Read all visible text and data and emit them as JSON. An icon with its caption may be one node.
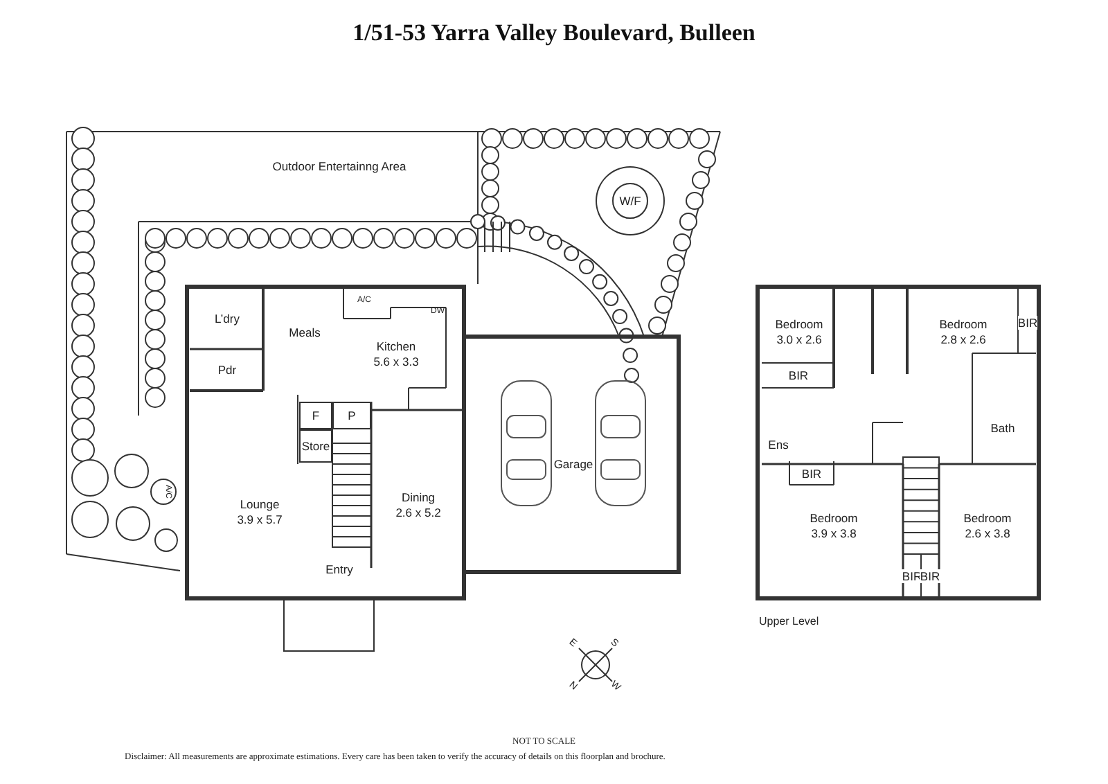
{
  "diagram": {
    "title": "1/51-53 Yarra Valley Boulevard, Bulleen",
    "nodes": [
      {
        "text": [
          "Outdoor Entertainng Area"
        ]
      },
      {
        "text": [
          "W/F"
        ]
      },
      {
        "text": [
          "L’dry"
        ]
      },
      {
        "text": [
          "Pdr"
        ]
      },
      {
        "text": [
          "Meals"
        ]
      },
      {
        "text": [
          "Kitchen",
          "5.6 x 3.3"
        ]
      },
      {
        "text": [
          "F"
        ]
      },
      {
        "text": [
          "P"
        ]
      },
      {
        "text": [
          "Store"
        ]
      },
      {
        "text": [
          "Lounge",
          "3.9 x 5.7"
        ]
      },
      {
        "text": [
          "Dining",
          "2.6 x 5.2"
        ]
      },
      {
        "text": [
          "Entry"
        ]
      },
      {
        "text": [
          "Garage"
        ]
      },
      {
        "text": [
          "Bedroom",
          "3.0 x 2.6"
        ]
      },
      {
        "text": [
          "Bedroom",
          "2.8 x 2.6"
        ]
      },
      {
        "text": [
          "BIR"
        ]
      },
      {
        "text": [
          "BIR"
        ]
      },
      {
        "text": [
          "Ens"
        ]
      },
      {
        "text": [
          "BIR"
        ]
      },
      {
        "text": [
          "Bath"
        ]
      },
      {
        "text": [
          "Bedroom",
          "3.9 x 3.8"
        ]
      },
      {
        "text": [
          "Bedroom",
          "2.6 x 3.8"
        ]
      },
      {
        "text": [
          "BIR"
        ]
      },
      {
        "text": [
          "BIR"
        ]
      }
    ],
    "labels": [
      "A/C",
      "DW",
      "A/C",
      "N",
      "E",
      "S",
      "W",
      "Upper Level",
      "NOT TO SCALE",
      "Disclaimer: All measurements are approximate estimations. Every care has been taken to verify the accuracy of details on this floorplan and brochure."
    ]
  }
}
